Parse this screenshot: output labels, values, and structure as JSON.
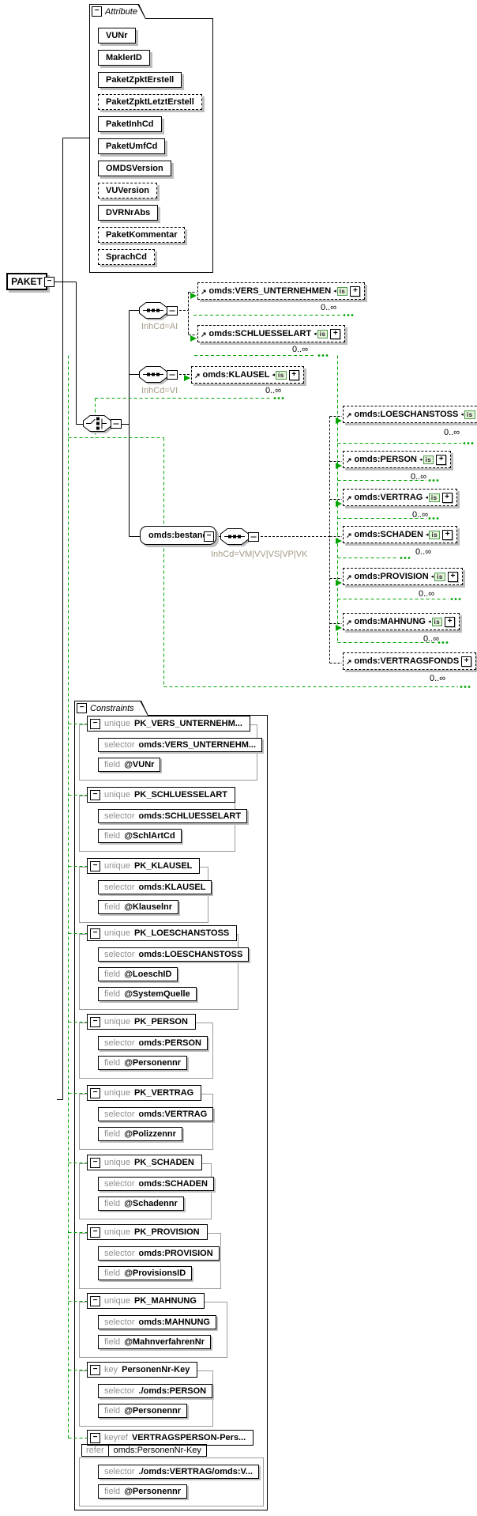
{
  "root_element": {
    "name": "PAKET"
  },
  "icons": {
    "is_badge": "is"
  },
  "attribute_panel": {
    "title": "Attribute",
    "items": [
      {
        "label": "VUNr",
        "optional": false
      },
      {
        "label": "MaklerID",
        "optional": false
      },
      {
        "label": "PaketZpktErstell",
        "optional": false
      },
      {
        "label": "PaketZpktLetztErstell",
        "optional": true
      },
      {
        "label": "PaketInhCd",
        "optional": false
      },
      {
        "label": "PaketUmfCd",
        "optional": false
      },
      {
        "label": "OMDSVersion",
        "optional": false
      },
      {
        "label": "VUVersion",
        "optional": true
      },
      {
        "label": "DVRNrAbs",
        "optional": false
      },
      {
        "label": "PaketKommentar",
        "optional": true
      },
      {
        "label": "SprachCd",
        "optional": true
      }
    ]
  },
  "tree": {
    "sequences": [
      {
        "label": "InhCd=AI"
      },
      {
        "label": "InhCd=VI"
      },
      {
        "label": "InhCd=VM|VV|VS|VP|VK"
      }
    ],
    "bestand": {
      "name": "omds:bestand"
    },
    "refs": [
      {
        "name": "omds:VERS_UNTERNEHMEN",
        "occurs": "0..∞",
        "badge": "is"
      },
      {
        "name": "omds:SCHLUESSELART",
        "occurs": "0..∞",
        "badge": "is"
      },
      {
        "name": "omds:KLAUSEL",
        "occurs": "0..∞",
        "badge": "is"
      },
      {
        "name": "omds:LOESCHANSTOSS",
        "occurs": "0..∞",
        "badge": "is"
      },
      {
        "name": "omds:PERSON",
        "occurs": "0..∞",
        "badge": "is"
      },
      {
        "name": "omds:VERTRAG",
        "occurs": "0..∞",
        "badge": "is"
      },
      {
        "name": "omds:SCHADEN",
        "occurs": "0..∞",
        "badge": "is"
      },
      {
        "name": "omds:PROVISION",
        "occurs": "0..∞",
        "badge": "is"
      },
      {
        "name": "omds:MAHNUNG",
        "occurs": "0..∞",
        "badge": "is"
      },
      {
        "name": "omds:VERTRAGSFONDS",
        "occurs": "0..∞",
        "badge": ""
      }
    ]
  },
  "constraints": {
    "title": "Constraints",
    "labels": {
      "selector": "selector",
      "field": "field",
      "refer": "refer"
    },
    "items": [
      {
        "kind": "unique",
        "name": "PK_VERS_UNTERNEHM...",
        "selector": "omds:VERS_UNTERNEHM...",
        "fields": [
          "@VUNr"
        ]
      },
      {
        "kind": "unique",
        "name": "PK_SCHLUESSELART",
        "selector": "omds:SCHLUESSELART",
        "fields": [
          "@SchlArtCd"
        ]
      },
      {
        "kind": "unique",
        "name": "PK_KLAUSEL",
        "selector": "omds:KLAUSEL",
        "fields": [
          "@Klauselnr"
        ]
      },
      {
        "kind": "unique",
        "name": "PK_LOESCHANSTOSS",
        "selector": "omds:LOESCHANSTOSS",
        "fields": [
          "@LoeschID",
          "@SystemQuelle"
        ]
      },
      {
        "kind": "unique",
        "name": "PK_PERSON",
        "selector": "omds:PERSON",
        "fields": [
          "@Personennr"
        ]
      },
      {
        "kind": "unique",
        "name": "PK_VERTRAG",
        "selector": "omds:VERTRAG",
        "fields": [
          "@Polizzennr"
        ]
      },
      {
        "kind": "unique",
        "name": "PK_SCHADEN",
        "selector": "omds:SCHADEN",
        "fields": [
          "@Schadennr"
        ]
      },
      {
        "kind": "unique",
        "name": "PK_PROVISION",
        "selector": "omds:PROVISION",
        "fields": [
          "@ProvisionsID"
        ]
      },
      {
        "kind": "unique",
        "name": "PK_MAHNUNG",
        "selector": "omds:MAHNUNG",
        "fields": [
          "@MahnverfahrenNr"
        ]
      },
      {
        "kind": "key",
        "name": "PersonenNr-Key",
        "selector": "./omds:PERSON",
        "fields": [
          "@Personennr"
        ]
      },
      {
        "kind": "keyref",
        "name": "VERTRAGSPERSON-Pers...",
        "refer": "omds:PersonenNr-Key",
        "selector": "./omds:VERTRAG/omds:V...",
        "fields": [
          "@Personennr"
        ]
      }
    ]
  }
}
